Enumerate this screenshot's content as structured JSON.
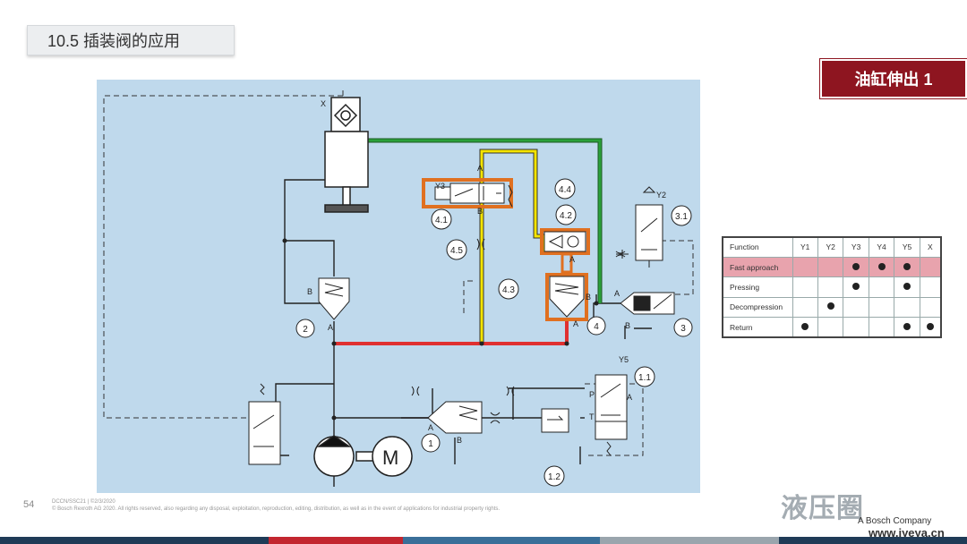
{
  "slide": {
    "title": "10.5 插装阀的应用",
    "state": "油缸伸出 1",
    "page_number": "54"
  },
  "footer": {
    "line1": "DCCN/SSC21 | ©2/3/2020",
    "line2": "© Bosch Rexroth AG 2020. All rights reserved, also regarding any disposal, exploitation, reproduction, editing, distribution, as well as in the event of applications for industrial property rights."
  },
  "watermark": {
    "text": "液压圈",
    "company": "A Bosch Company",
    "url": "www.iyeya.cn"
  },
  "colors": {
    "accent": "#8e1520",
    "diagram_bg": "#bfd9ec",
    "pressure_line": "#e03030",
    "pilot_line": "#f4e400",
    "return_line": "#1e7a2c",
    "highlight_frame": "#e07020"
  },
  "diagram": {
    "labels": {
      "cyl_x": "X",
      "y3": "Y3",
      "y2": "Y2",
      "y5": "Y5",
      "a_41": "A",
      "b_41": "B",
      "a_42": "A",
      "b_4": "B",
      "a_4": "A",
      "b_2": "B",
      "a_2": "A",
      "a_3": "A",
      "b_3": "B",
      "a_1": "A",
      "b_1": "B",
      "p_11": "P",
      "t_11": "T",
      "a_11": "A"
    },
    "callouts": [
      "2",
      "4.1",
      "4.5",
      "4.3",
      "4.4",
      "4.2",
      "4",
      "3.1",
      "3",
      "1.1",
      "1",
      "1.2"
    ],
    "motor": "M"
  },
  "function_table": {
    "headers": [
      "Function",
      "Y1",
      "Y2",
      "Y3",
      "Y4",
      "Y5",
      "X"
    ],
    "rows": [
      {
        "label": "Fast approach",
        "dots": [
          false,
          false,
          true,
          true,
          true,
          false
        ],
        "highlight": true
      },
      {
        "label": "Pressing",
        "dots": [
          false,
          false,
          true,
          false,
          true,
          false
        ],
        "highlight": false
      },
      {
        "label": "Decompression",
        "dots": [
          false,
          true,
          false,
          false,
          false,
          false
        ],
        "highlight": false
      },
      {
        "label": "Return",
        "dots": [
          true,
          false,
          false,
          false,
          true,
          true
        ],
        "highlight": false
      }
    ]
  },
  "bottom_bar_colors": [
    "#1f3b57",
    "#c3262f",
    "#3a6f99",
    "#9aa5ad",
    "#1f3b57"
  ]
}
